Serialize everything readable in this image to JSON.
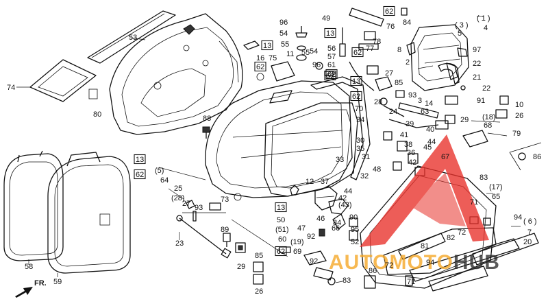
{
  "watermark": {
    "brand_auto": "AUTO",
    "brand_moto": "MOTO",
    "brand_hub": "HUB",
    "color_red": "#e8302a",
    "color_orange": "#f5a623",
    "color_dark": "#2b2b2b"
  },
  "callouts": [
    {
      "id": "53",
      "text": "53"
    },
    {
      "id": "74",
      "text": "74"
    },
    {
      "id": "80",
      "text": "80"
    },
    {
      "id": "88",
      "text": "88"
    },
    {
      "id": "13a",
      "text": "13",
      "boxed": true
    },
    {
      "id": "62a",
      "text": "62",
      "boxed": true
    },
    {
      "id": "p5",
      "text": "(5)"
    },
    {
      "id": "64",
      "text": "64"
    },
    {
      "id": "25",
      "text": "25"
    },
    {
      "id": "p28",
      "text": "(28)"
    },
    {
      "id": "27a",
      "text": "27"
    },
    {
      "id": "93a",
      "text": "93"
    },
    {
      "id": "73",
      "text": "73"
    },
    {
      "id": "23",
      "text": "23"
    },
    {
      "id": "89",
      "text": "89"
    },
    {
      "id": "29a",
      "text": "29"
    },
    {
      "id": "58",
      "text": "58"
    },
    {
      "id": "59",
      "text": "59"
    },
    {
      "id": "fr",
      "text": "FR."
    },
    {
      "id": "96a",
      "text": "96"
    },
    {
      "id": "54a",
      "text": "54"
    },
    {
      "id": "55a",
      "text": "55"
    },
    {
      "id": "11",
      "text": "11"
    },
    {
      "id": "55b",
      "text": "55"
    },
    {
      "id": "54b",
      "text": "54"
    },
    {
      "id": "13b",
      "text": "13",
      "boxed": true
    },
    {
      "id": "75",
      "text": "75"
    },
    {
      "id": "16",
      "text": "16"
    },
    {
      "id": "62b",
      "text": "62",
      "boxed": true
    },
    {
      "id": "49",
      "text": "49"
    },
    {
      "id": "13c",
      "text": "13",
      "boxed": true
    },
    {
      "id": "56",
      "text": "56"
    },
    {
      "id": "57",
      "text": "57"
    },
    {
      "id": "61",
      "text": "61"
    },
    {
      "id": "62c",
      "text": "62",
      "boxed": true
    },
    {
      "id": "96b",
      "text": "96"
    },
    {
      "id": "62d",
      "text": "62",
      "boxed": true
    },
    {
      "id": "13d",
      "text": "13",
      "boxed": true
    },
    {
      "id": "62e",
      "text": "62",
      "boxed": true
    },
    {
      "id": "70",
      "text": "70"
    },
    {
      "id": "34",
      "text": "34"
    },
    {
      "id": "30",
      "text": "30"
    },
    {
      "id": "35",
      "text": "35"
    },
    {
      "id": "31",
      "text": "31"
    },
    {
      "id": "33",
      "text": "33"
    },
    {
      "id": "48",
      "text": "48"
    },
    {
      "id": "32",
      "text": "32"
    },
    {
      "id": "12",
      "text": "12"
    },
    {
      "id": "37",
      "text": "37"
    },
    {
      "id": "44a",
      "text": "44"
    },
    {
      "id": "42a",
      "text": "42"
    },
    {
      "id": "p43",
      "text": "(43)"
    },
    {
      "id": "46",
      "text": "46"
    },
    {
      "id": "66",
      "text": "66"
    },
    {
      "id": "84a",
      "text": "84"
    },
    {
      "id": "90",
      "text": "90"
    },
    {
      "id": "95",
      "text": "95"
    },
    {
      "id": "52",
      "text": "52"
    },
    {
      "id": "92a",
      "text": "92"
    },
    {
      "id": "47",
      "text": "47"
    },
    {
      "id": "13e",
      "text": "13",
      "boxed": true
    },
    {
      "id": "50",
      "text": "50"
    },
    {
      "id": "p51",
      "text": "(51)"
    },
    {
      "id": "60",
      "text": "60"
    },
    {
      "id": "62f",
      "text": "62",
      "boxed": true
    },
    {
      "id": "p19",
      "text": "(19)"
    },
    {
      "id": "69",
      "text": "69"
    },
    {
      "id": "92b",
      "text": "92"
    },
    {
      "id": "83a",
      "text": "83"
    },
    {
      "id": "85",
      "text": "85"
    },
    {
      "id": "26a",
      "text": "26"
    },
    {
      "id": "86a",
      "text": "86"
    },
    {
      "id": "62g",
      "text": "62",
      "boxed": true
    },
    {
      "id": "76",
      "text": "76"
    },
    {
      "id": "84b",
      "text": "84"
    },
    {
      "id": "78",
      "text": "78"
    },
    {
      "id": "77",
      "text": "77"
    },
    {
      "id": "62h",
      "text": "62",
      "boxed": true
    },
    {
      "id": "p1",
      "text": "( 1 )"
    },
    {
      "id": "p3",
      "text": "( 3 )"
    },
    {
      "id": "4",
      "text": "4"
    },
    {
      "id": "5",
      "text": "5"
    },
    {
      "id": "8",
      "text": "8"
    },
    {
      "id": "2",
      "text": "2"
    },
    {
      "id": "97",
      "text": "97"
    },
    {
      "id": "22a",
      "text": "22"
    },
    {
      "id": "21",
      "text": "21"
    },
    {
      "id": "22b",
      "text": "22"
    },
    {
      "id": "27b",
      "text": "27"
    },
    {
      "id": "85b",
      "text": "85"
    },
    {
      "id": "93b",
      "text": "93"
    },
    {
      "id": "3",
      "text": "3"
    },
    {
      "id": "14",
      "text": "14"
    },
    {
      "id": "63",
      "text": "63"
    },
    {
      "id": "91",
      "text": "91"
    },
    {
      "id": "28",
      "text": "28"
    },
    {
      "id": "24",
      "text": "24"
    },
    {
      "id": "10",
      "text": "10"
    },
    {
      "id": "26b",
      "text": "26"
    },
    {
      "id": "p18",
      "text": "(18)"
    },
    {
      "id": "68",
      "text": "68"
    },
    {
      "id": "79",
      "text": "79"
    },
    {
      "id": "39",
      "text": "39"
    },
    {
      "id": "29b",
      "text": "29"
    },
    {
      "id": "40",
      "text": "40"
    },
    {
      "id": "41",
      "text": "41"
    },
    {
      "id": "38",
      "text": "38"
    },
    {
      "id": "36",
      "text": "36"
    },
    {
      "id": "42b",
      "text": "42"
    },
    {
      "id": "45",
      "text": "45"
    },
    {
      "id": "44b",
      "text": "44"
    },
    {
      "id": "67",
      "text": "67"
    },
    {
      "id": "86b",
      "text": "86"
    },
    {
      "id": "83b",
      "text": "83"
    },
    {
      "id": "p17",
      "text": "(17)"
    },
    {
      "id": "65",
      "text": "65"
    },
    {
      "id": "71a",
      "text": "71"
    },
    {
      "id": "94a",
      "text": "94"
    },
    {
      "id": "p6",
      "text": "( 6 )"
    },
    {
      "id": "7",
      "text": "7"
    },
    {
      "id": "72a",
      "text": "72"
    },
    {
      "id": "82",
      "text": "82"
    },
    {
      "id": "20",
      "text": "20"
    },
    {
      "id": "81",
      "text": "81"
    },
    {
      "id": "72b",
      "text": "72"
    },
    {
      "id": "94b",
      "text": "94"
    },
    {
      "id": "71b",
      "text": "71"
    }
  ]
}
